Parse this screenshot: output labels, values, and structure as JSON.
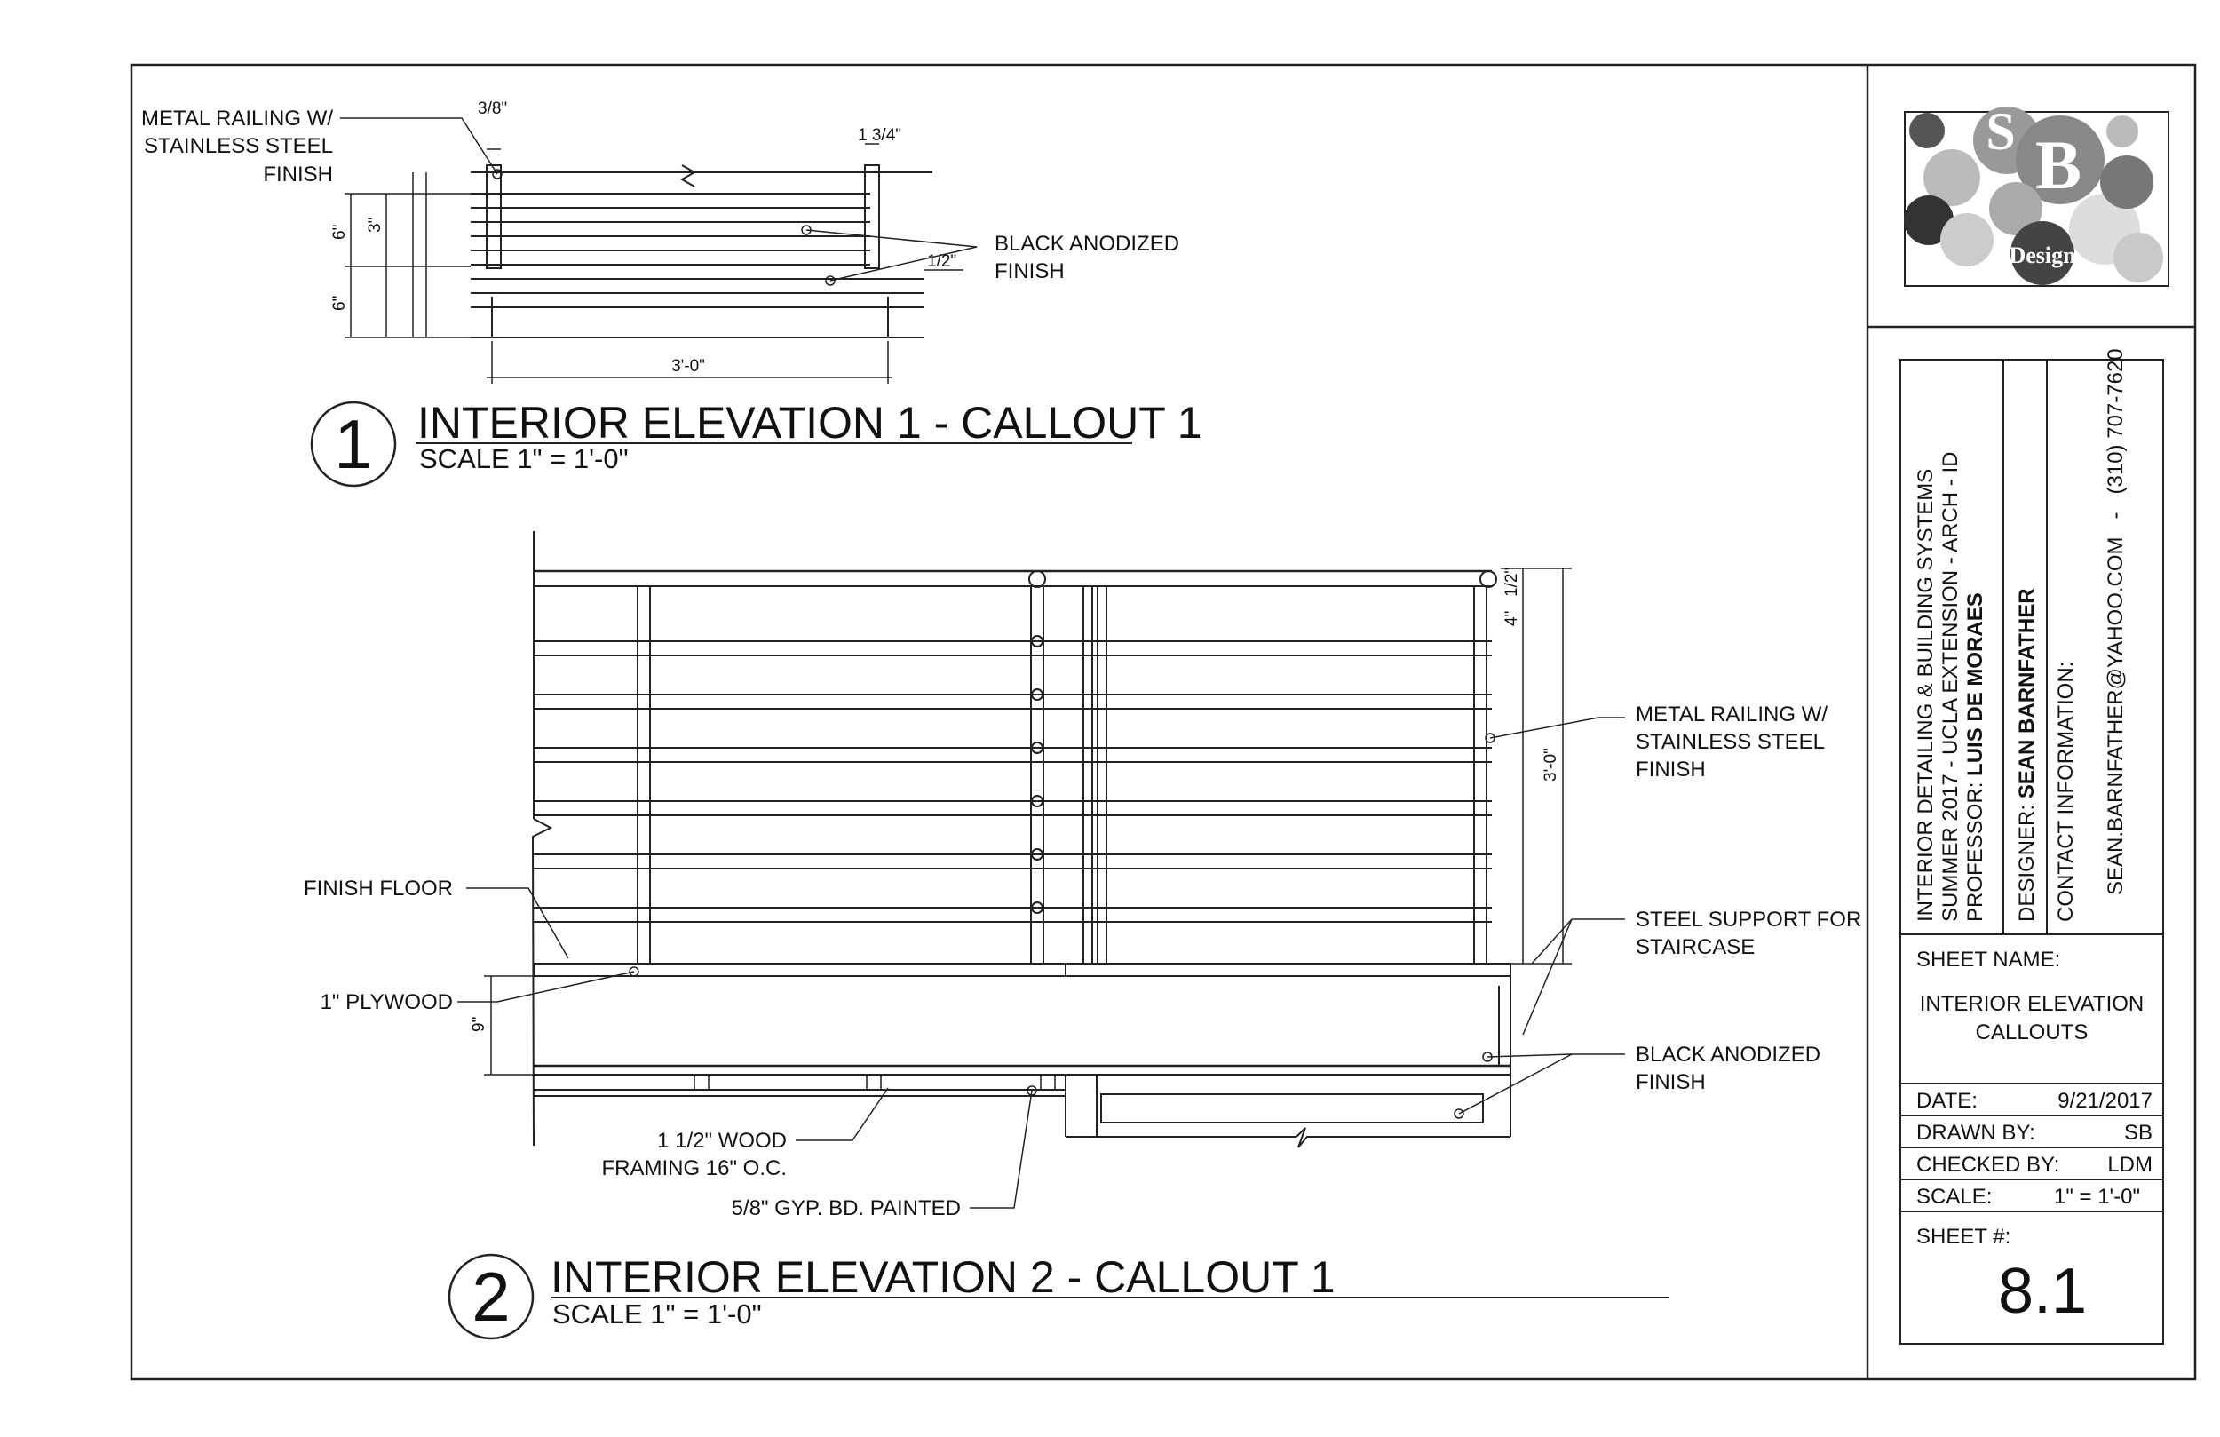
{
  "callout1": {
    "number": "1",
    "title": "INTERIOR ELEVATION 1 - CALLOUT 1",
    "scale": "SCALE 1\" = 1'-0\"",
    "notes": {
      "railing_1": "METAL RAILING W/",
      "railing_2": "STAINLESS STEEL",
      "railing_3": "FINISH",
      "anodized_1": "BLACK ANODIZED",
      "anodized_2": "FINISH"
    },
    "dims": {
      "width": "3'-0\"",
      "six_a": "6\"",
      "six_b": "6\"",
      "three": "3\"",
      "three_eighths": "3/8\"",
      "three_quarter": "1 3/4\"",
      "one_half": "1/2\""
    }
  },
  "callout2": {
    "number": "2",
    "title": "INTERIOR ELEVATION 2 - CALLOUT 1",
    "scale": "SCALE 1\" = 1'-0\"",
    "notes": {
      "finish_floor": "FINISH FLOOR",
      "plywood": "1\" PLYWOOD",
      "railing_1": "METAL RAILING W/",
      "railing_2": "STAINLESS STEEL",
      "railing_3": "FINISH",
      "support_1": "STEEL SUPPORT FOR",
      "support_2": "STAIRCASE",
      "anodized_1": "BLACK ANODIZED",
      "anodized_2": "FINISH",
      "framing_1": "1 1/2\" WOOD",
      "framing_2": "FRAMING 16\" O.C.",
      "gyp": "5/8\" GYP. BD. PAINTED"
    },
    "dims": {
      "height": "3'-0\"",
      "nine": "9\"",
      "four": "4\"",
      "half": "1/2\""
    }
  },
  "title_block": {
    "logo": {
      "letter_s": "S",
      "letter_b": "B",
      "word": "Design"
    },
    "course": "INTERIOR DETAILING & BUILDING SYSTEMS",
    "term": "SUMMER 2017 - UCLA EXTENSION - ARCH - ID",
    "professor_label": "PROFESSOR: ",
    "professor_name": "LUIS DE MORAES",
    "designer_label": "DESIGNER: ",
    "designer_name": "SEAN BARNFATHER",
    "contact_label": "CONTACT INFORMATION:",
    "contact_value": "SEAN.BARNFATHER@YAHOO.COM   -   (310) 707-7620",
    "sheet_name_label": "SHEET NAME:",
    "sheet_name_1": "INTERIOR ELEVATION",
    "sheet_name_2": "CALLOUTS",
    "date_label": "DATE:",
    "date_value": "9/21/2017",
    "drawn_label": "DRAWN BY:",
    "drawn_value": "SB",
    "checked_label": "CHECKED BY:",
    "checked_value": "LDM",
    "scale_label": "SCALE:",
    "scale_value": "1\" = 1'-0\"",
    "sheet_no_label": "SHEET #:",
    "sheet_no_value": "8.1"
  }
}
